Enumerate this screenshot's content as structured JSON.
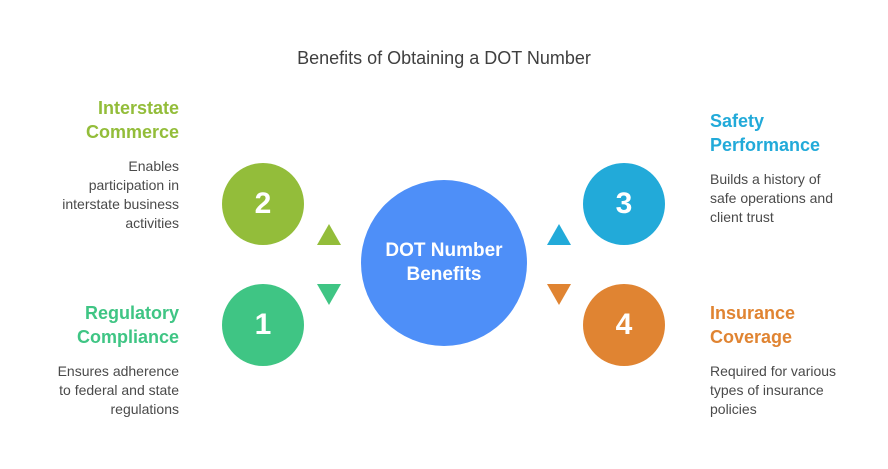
{
  "title": "Benefits of Obtaining a DOT Number",
  "center": {
    "line1": "DOT Number",
    "line2": "Benefits",
    "color": "#4e8ff8"
  },
  "items": [
    {
      "number": "1",
      "heading_line1": "Regulatory",
      "heading_line2": "Compliance",
      "description": [
        "Ensures adherence",
        "to federal and state",
        "regulations"
      ],
      "color": "#3fc584",
      "position": "left-bottom"
    },
    {
      "number": "2",
      "heading_line1": "Interstate",
      "heading_line2": "Commerce",
      "description": [
        "Enables",
        "participation in",
        "interstate business",
        "activities"
      ],
      "color": "#93bd3a",
      "position": "left-top"
    },
    {
      "number": "3",
      "heading_line1": "Safety",
      "heading_line2": "Performance",
      "description": [
        "Builds a history of",
        "safe operations and",
        "client trust"
      ],
      "color": "#22aad9",
      "position": "right-top"
    },
    {
      "number": "4",
      "heading_line1": "Insurance",
      "heading_line2": "Coverage",
      "description": [
        "Required for various",
        "types of insurance",
        "policies"
      ],
      "color": "#e08432",
      "position": "right-bottom"
    }
  ]
}
